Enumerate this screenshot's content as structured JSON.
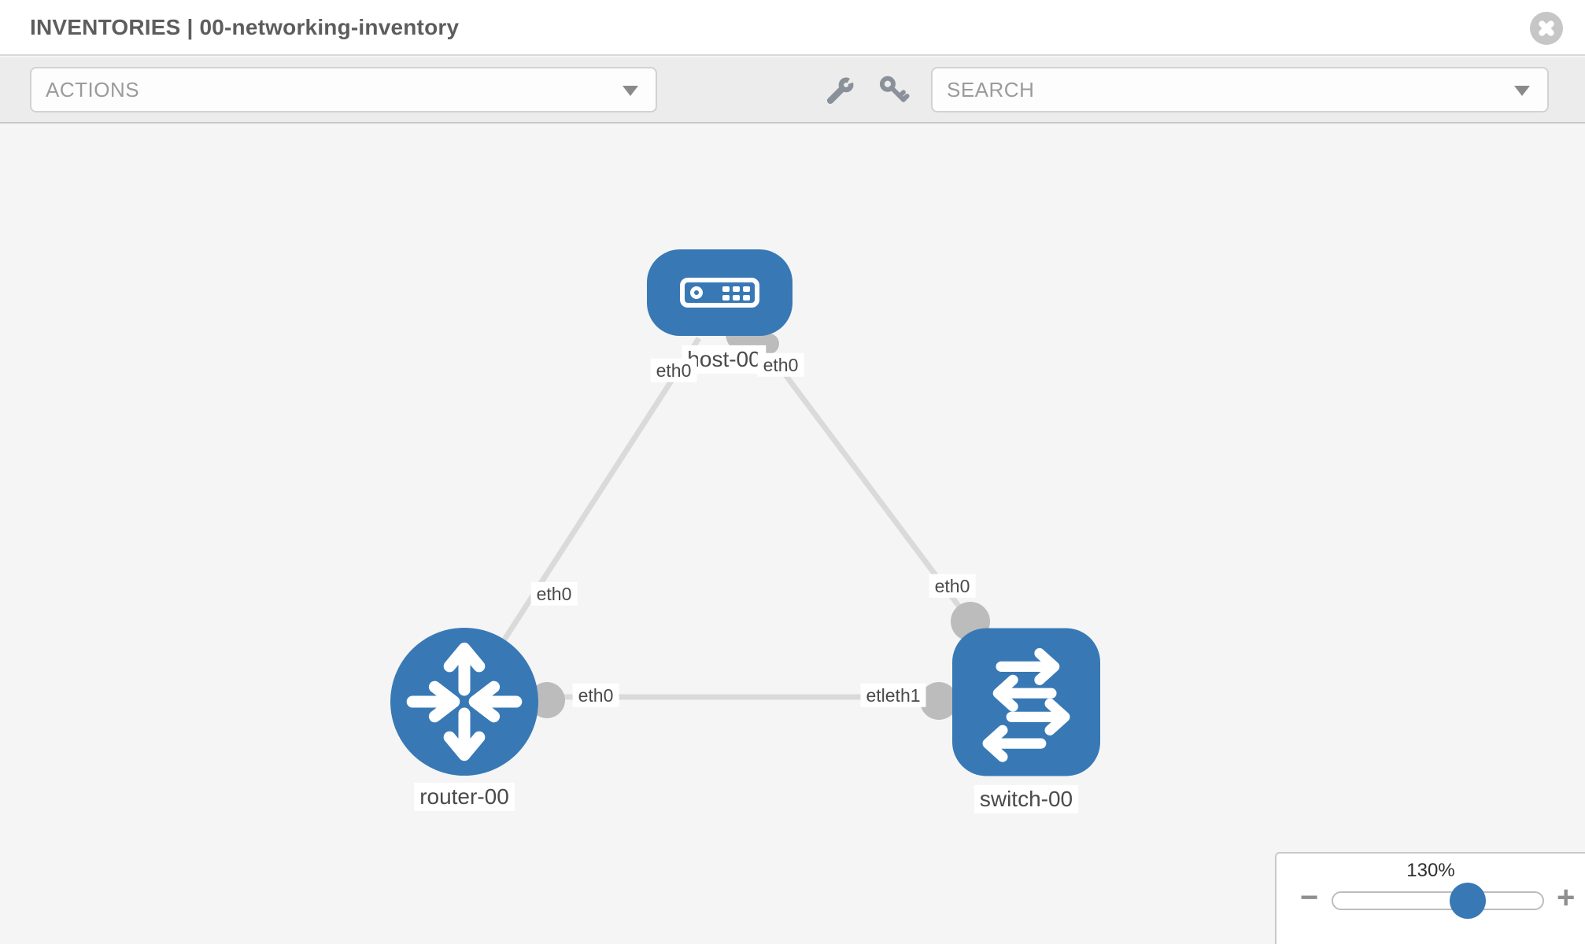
{
  "header": {
    "title": "INVENTORIES | 00-networking-inventory",
    "close_icon": "circle-x-icon"
  },
  "toolbar": {
    "actions_label": "ACTIONS",
    "search_label": "SEARCH",
    "icons": [
      "wrench-icon",
      "key-icon"
    ],
    "caret_icon": "chevron-down-icon"
  },
  "topology": {
    "nodes": {
      "host": {
        "label": "host-00",
        "icon": "server-icon"
      },
      "router": {
        "label": "router-00",
        "icon": "router-icon"
      },
      "switch": {
        "label": "switch-00",
        "icon": "switch-icon"
      }
    },
    "interfaces": {
      "host_left": "eth0",
      "host_right": "eth0",
      "router_top": "eth0",
      "switch_top": "eth0",
      "router_right": "eth0",
      "switch_left": "etleth1"
    },
    "links": [
      {
        "from": "host-00",
        "to": "router-00"
      },
      {
        "from": "host-00",
        "to": "switch-00"
      },
      {
        "from": "router-00",
        "to": "switch-00"
      }
    ]
  },
  "zoom": {
    "level": "130%",
    "minus_label": "−",
    "plus_label": "+",
    "minus_icon": "minus-icon",
    "plus_icon": "plus-icon"
  },
  "colors": {
    "node_blue": "#3879b5",
    "link_gray": "#dadada",
    "dot_gray": "#bcbcbc",
    "toolbar_bg": "#ececec",
    "canvas_bg": "#f5f5f6"
  }
}
